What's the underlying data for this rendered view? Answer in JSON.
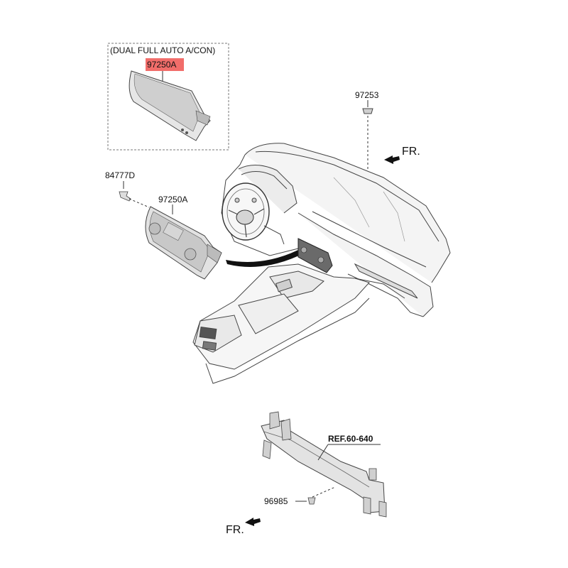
{
  "inset": {
    "title": "(DUAL FULL AUTO A/CON)",
    "part_label": "97250A",
    "highlight_color": "#ef5350"
  },
  "labels": {
    "clip": "97253",
    "screw": "84777D",
    "controller": "97250A",
    "ref": "REF.60-640",
    "fastener": "96985"
  },
  "arrows": {
    "top_fr": "FR.",
    "bottom_fr": "FR."
  }
}
